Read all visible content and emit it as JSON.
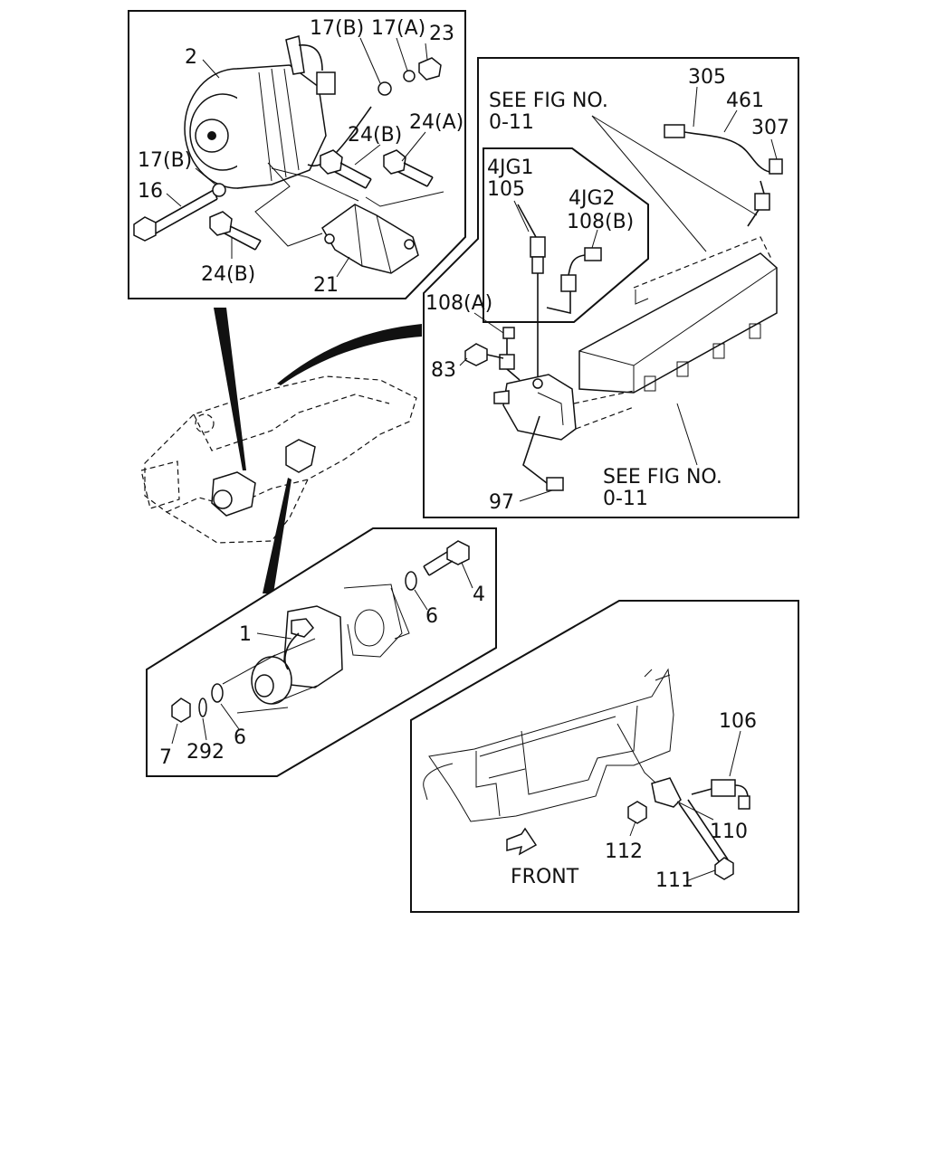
{
  "callouts": {
    "top_left": {
      "c2": "2",
      "c17b_top": "17(B)",
      "c17a": "17(A)",
      "c23": "23",
      "c24b_top": "24(B)",
      "c24a": "24(A)",
      "c17b_left": "17(B)",
      "c16": "16",
      "c24b_bottom": "24(B)",
      "c21": "21"
    },
    "top_right": {
      "see_fig_1_line1": "SEE FIG NO.",
      "see_fig_1_line2": "0-11",
      "c305": "305",
      "c461": "461",
      "c307": "307",
      "variant_4jg1": "4JG1",
      "c105": "105",
      "variant_4jg2": "4JG2",
      "c108b": "108(B)",
      "c108a": "108(A)",
      "c83": "83",
      "see_fig_2_line1": "SEE FIG NO.",
      "see_fig_2_line2": "0-11",
      "c97": "97"
    },
    "middle": {
      "c4": "4",
      "c6_right": "6",
      "c1": "1",
      "c7": "7",
      "c292": "292",
      "c6_left": "6"
    },
    "bottom_right": {
      "c106": "106",
      "c110": "110",
      "c112": "112",
      "c111": "111",
      "front": "FRONT"
    }
  }
}
